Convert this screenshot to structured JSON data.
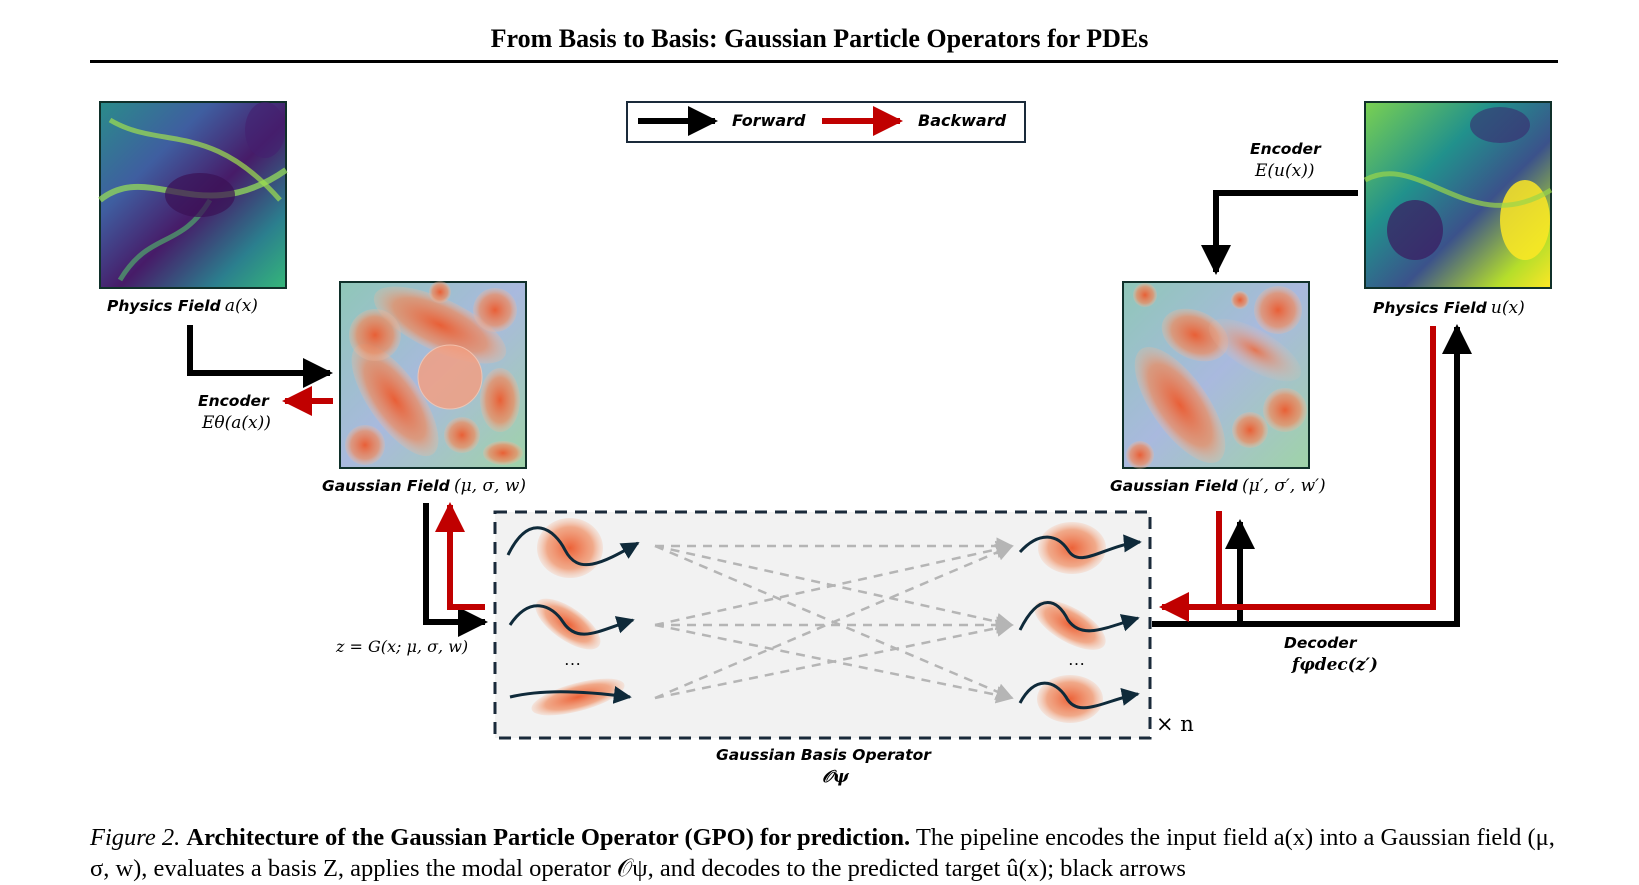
{
  "header": {
    "title": "From Basis to Basis: Gaussian Particle Operators for PDEs"
  },
  "legend": {
    "forward_label": "Forward",
    "backward_label": "Backward",
    "forward_color": "#000000",
    "backward_color": "#c00000"
  },
  "labels": {
    "physics_in": "Physics Field",
    "physics_in_math": "a(x)",
    "physics_out": "Physics Field",
    "physics_out_math": "u(x)",
    "encoder_left": "Encoder",
    "encoder_left_math": "Eθ(a(x))",
    "encoder_right": "Encoder",
    "encoder_right_math": "E(u(x))",
    "gauss_left": "Gaussian Field",
    "gauss_left_math": "(μ, σ, w)",
    "gauss_right": "Gaussian Field",
    "gauss_right_math": "(μ′, σ′, w′)",
    "z_eq": "z = G(x; μ, σ, w)",
    "decoder": "Decoder",
    "decoder_math": "fφdec(z′)",
    "times_n": "× n",
    "gbo": "Gaussian Basis Operator",
    "gbo_math": "𝒪ψ",
    "dots_left": "…",
    "dots_right": "…"
  },
  "caption": {
    "figure_label": "Figure 2.",
    "bold": "Architecture of the Gaussian Particle Operator (GPO) for prediction.",
    "text": "The pipeline encodes the input field a(x) into a Gaussian field (μ, σ, w), evaluates a basis Z, applies the modal operator 𝒪ψ, and decodes to the predicted target û(x); black arrows"
  },
  "colors": {
    "box_border": "#1a2a3a",
    "gauss": "#e8673c",
    "panel_bg": "#f2f2f2",
    "dash": "#b5b5b5"
  }
}
